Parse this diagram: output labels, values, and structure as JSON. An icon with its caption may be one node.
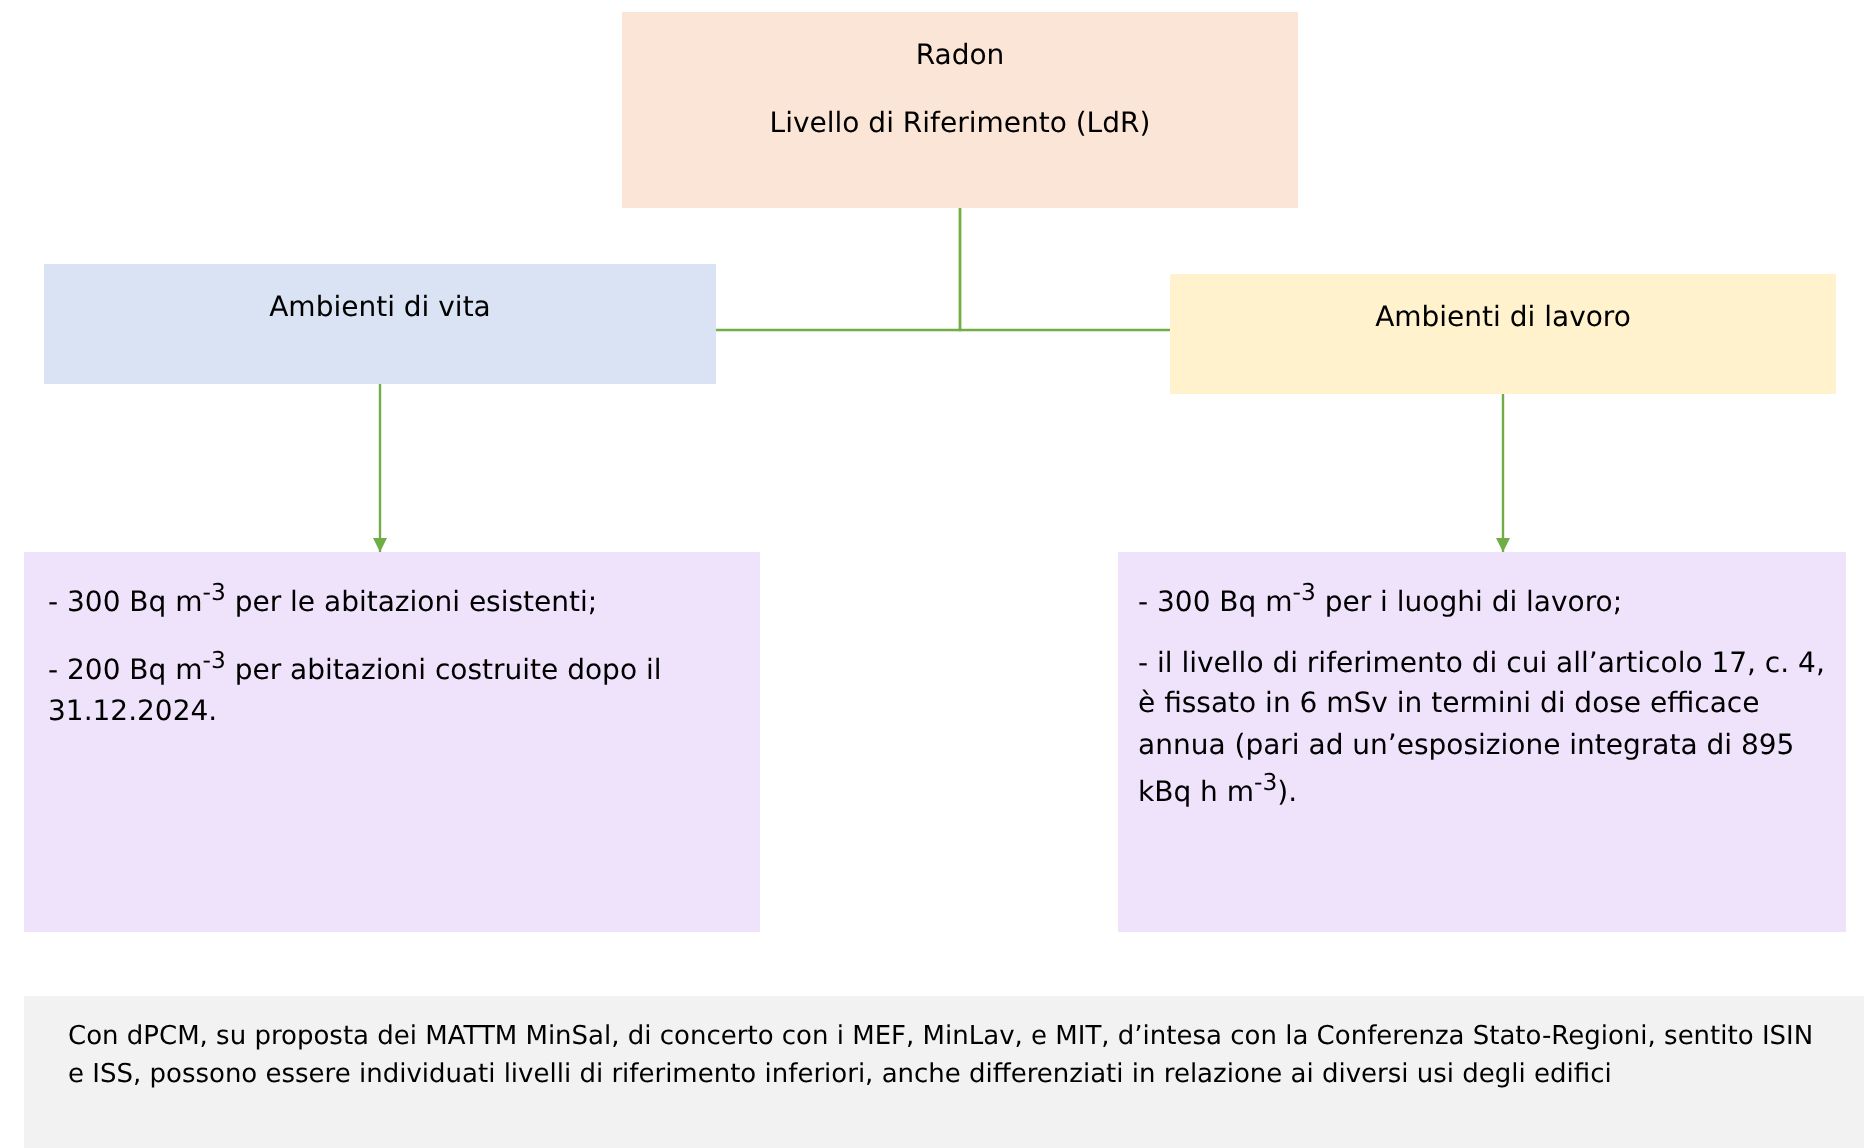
{
  "diagram": {
    "nodes": [
      {
        "text": [
          "Radon",
          "Livello di Riferimento (LdR)"
        ]
      },
      {
        "text": [
          "Ambienti di vita"
        ]
      },
      {
        "text": [
          "Ambienti di lavoro"
        ]
      },
      {
        "text": [
          "- 300 Bq m$^{-3}$ per le abitazioni esistenti;",
          "- 200 Bq m$^{-3}$ per abitazioni costruite dopo il 31.12.2024."
        ]
      },
      {
        "text": [
          "- 300 Bq m$^{-3}$ per i luoghi di lavoro;",
          "- il livello di riferimento di cui all’articolo 17, c. 4, è fissato in 6 mSv in termini di dose efficace annua (pari ad un’esposizione integrata di 895 kBq h m$^{-3}$)."
        ]
      },
      {
        "text": [
          "Con dPCM, su proposta dei MATTM MinSal, di concerto con i MEF, MinLav, e MIT, d’intesa con la Conferenza Stato-Regioni, sentito ISIN e ISS, possono essere individuati livelli di riferimento inferiori, anche differenziati in relazione ai diversi usi degli edifici"
        ]
      }
    ],
    "edges": [
      {
        "from": 0,
        "to": 1,
        "arrow": "none"
      },
      {
        "from": 0,
        "to": 2,
        "arrow": "none"
      },
      {
        "from": 1,
        "to": 3,
        "arrow": "to"
      },
      {
        "from": 2,
        "to": 4,
        "arrow": "to"
      }
    ]
  }
}
